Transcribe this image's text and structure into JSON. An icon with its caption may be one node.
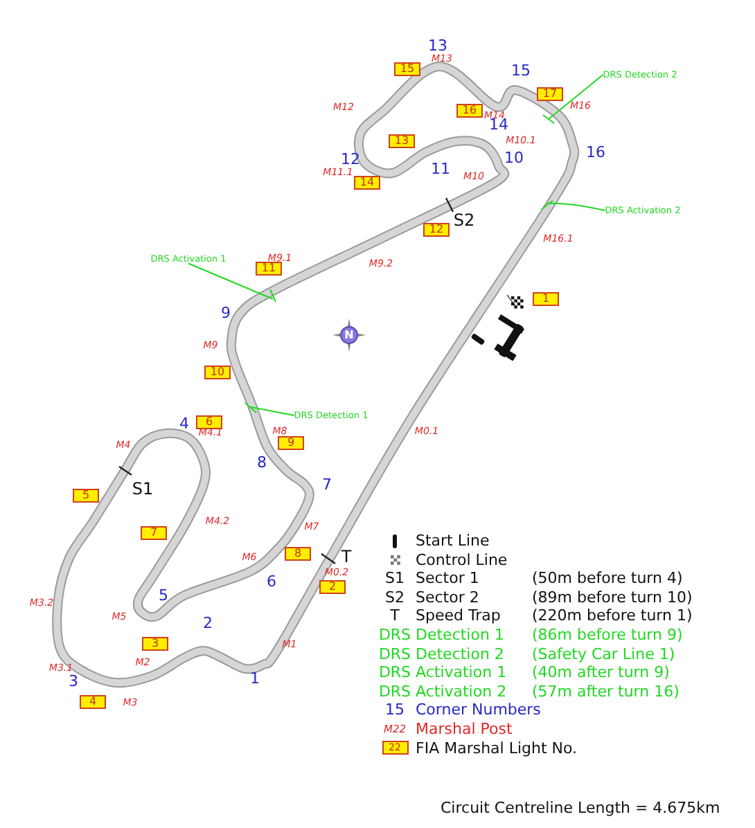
{
  "diagram": {
    "nodes": [
      {
        "text": [
          "15"
        ]
      },
      {
        "text": [
          "DRS Detection 2"
        ]
      },
      {
        "text": [
          "17"
        ]
      },
      {
        "text": [
          "16"
        ]
      },
      {
        "text": [
          "13"
        ]
      },
      {
        "text": [
          "14"
        ]
      },
      {
        "text": [
          "DRS Activation 2"
        ]
      },
      {
        "text": [
          "12"
        ]
      },
      {
        "text": [
          "DRS Activation 1"
        ]
      },
      {
        "text": [
          "11"
        ]
      },
      {
        "text": [
          "1"
        ]
      },
      {
        "text": [
          "10"
        ]
      },
      {
        "text": [
          "DRS Detection 1"
        ]
      },
      {
        "text": [
          "6"
        ]
      },
      {
        "text": [
          "9"
        ]
      },
      {
        "text": [
          "5"
        ]
      },
      {
        "text": [
          "7"
        ]
      },
      {
        "text": [
          "8"
        ]
      },
      {
        "text": [
          "2"
        ]
      },
      {
        "text": [
          "3"
        ]
      },
      {
        "text": [
          "4"
        ]
      }
    ],
    "edges": [
      {
        "from": 1,
        "to": null,
        "arrow": "none"
      },
      {
        "from": 6,
        "to": null,
        "arrow": "none"
      },
      {
        "from": 8,
        "to": null,
        "arrow": "none"
      },
      {
        "from": 12,
        "to": null,
        "arrow": "none"
      }
    ],
    "labels": [
      "13",
      "M13",
      "15",
      "M12",
      "M16",
      "M14",
      "14",
      "M10.1",
      "16",
      "12",
      "10",
      "11",
      "M11.1",
      "M10",
      "S2",
      "M16.1",
      "M9.1",
      "M9.2",
      "9",
      "N",
      "M9",
      "4",
      "M4.1",
      "M8",
      "M0.1",
      "M4",
      "8",
      "S1",
      "7",
      "M4.2",
      "M7",
      "T",
      "M6",
      "M0.2",
      "6",
      "5",
      "M3.2",
      "M5",
      "2",
      "M1",
      "M2",
      "M3.1",
      "3",
      "1",
      "M3",
      "S1",
      "(50m before turn 4)",
      "S2",
      "(89m before turn 10)",
      "T",
      "(220m before turn 1)",
      "DRS",
      "(86m before turn 9)",
      "DRS",
      "(Safety Car Line 1)",
      "DRS",
      "(40m after turn 9)",
      "DRS",
      "(57m after turn 16)",
      "15",
      "M22",
      "22",
      "Circuit Centreline Length = 4.675km"
    ],
    "legend": [
      {
        "text": "Start Line"
      },
      {
        "text": "Control Line"
      },
      {
        "text": "Sector 1"
      },
      {
        "text": "Sector 2"
      },
      {
        "text": "Speed Trap"
      },
      {
        "text": "Detection 1"
      },
      {
        "text": "Detection 2"
      },
      {
        "text": "Activation 1"
      },
      {
        "text": "Activation 2"
      },
      {
        "text": "Corner Numbers"
      },
      {
        "text": "Marshal Post"
      },
      {
        "text": "FIA Marshal Light No.",
        "color": "#ffee00"
      }
    ]
  }
}
